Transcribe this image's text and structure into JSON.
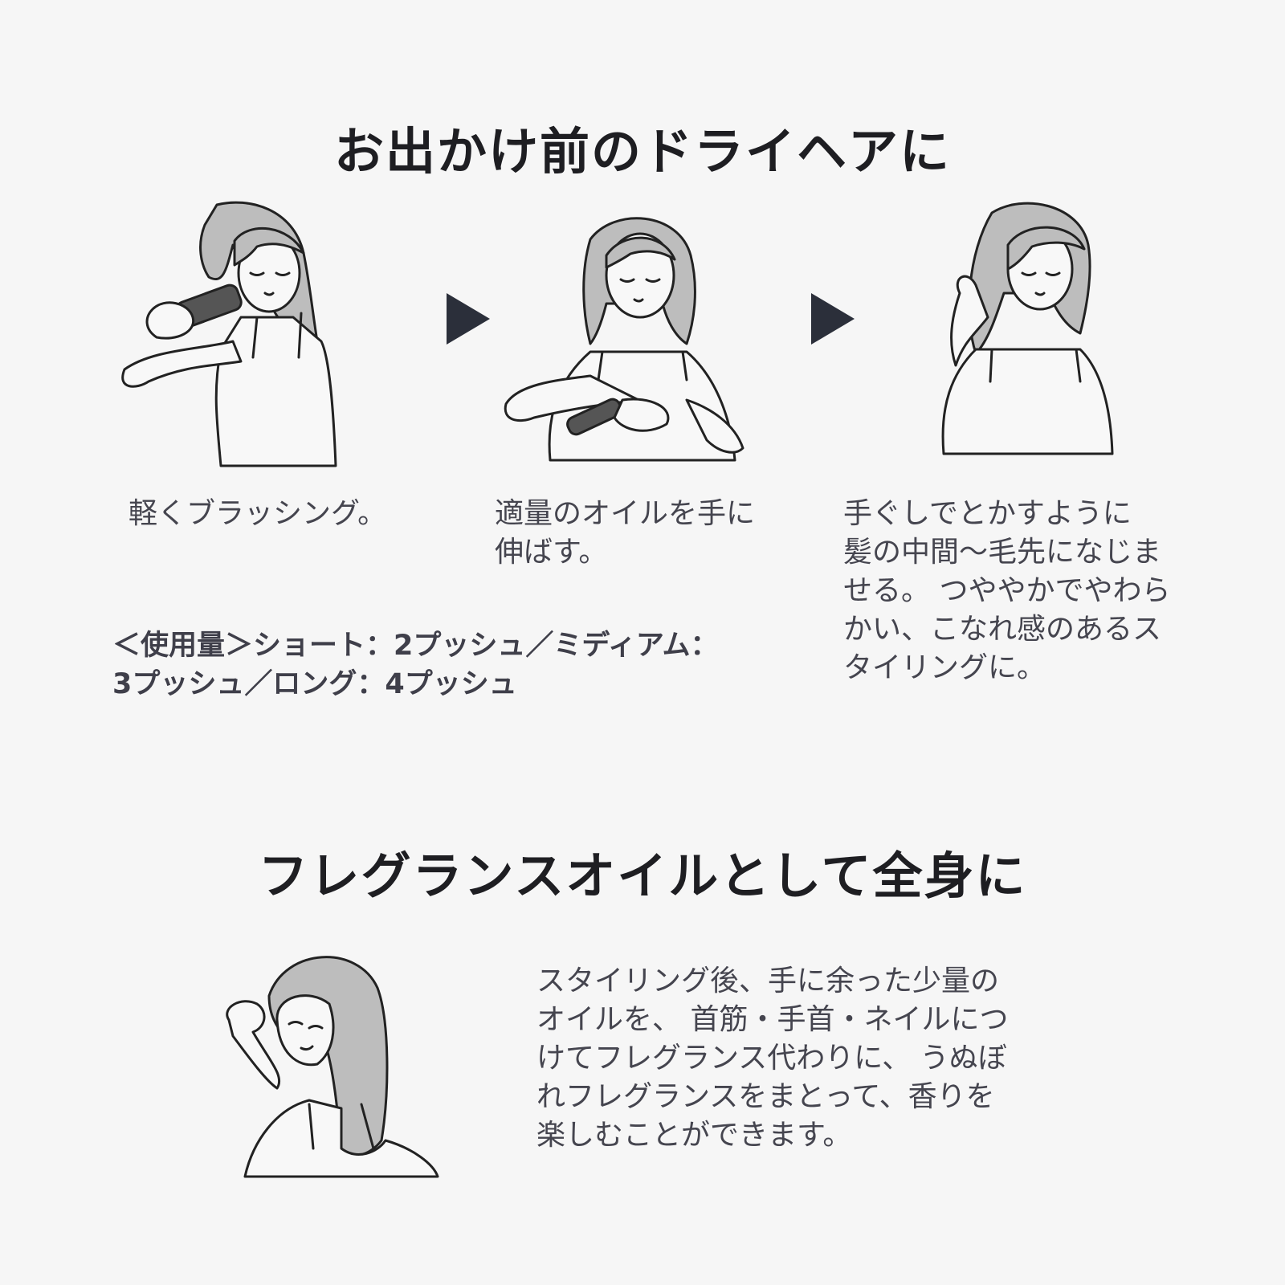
{
  "section1": {
    "title": "お出かけ前のドライヘアに",
    "steps": [
      {
        "text": "軽くブラッシング。",
        "illustration": "brushing-hair-illustration"
      },
      {
        "text": "適量のオイルを手に\n伸ばす。",
        "illustration": "oil-on-hands-illustration"
      },
      {
        "text": "手ぐしでとかすように\n髪の中間〜毛先になじま\nせる。 つややかでやわら\nかい、こなれ感のあるス\nタイリングに。",
        "illustration": "finger-comb-illustration"
      }
    ],
    "arrow_icon": "play-triangle-icon",
    "usage": "＜使用量＞ショート：2プッシュ／ミディアム：\n3プッシュ／ロング：4プッシュ"
  },
  "section2": {
    "title": "フレグランスオイルとして全身に",
    "text": "スタイリング後、手に余った少量の\nオイルを、 首筋・手首・ネイルにつ\nけてフレグランス代わりに、 うぬぼ\nれフレグランスをまとって、香りを\n楽しむことができます。",
    "illustration": "fragrance-wrist-illustration"
  },
  "colors": {
    "background": "#f6f6f6",
    "heading": "#1e1e22",
    "body_text": "#45454f",
    "arrow": "#2b2f3a"
  }
}
